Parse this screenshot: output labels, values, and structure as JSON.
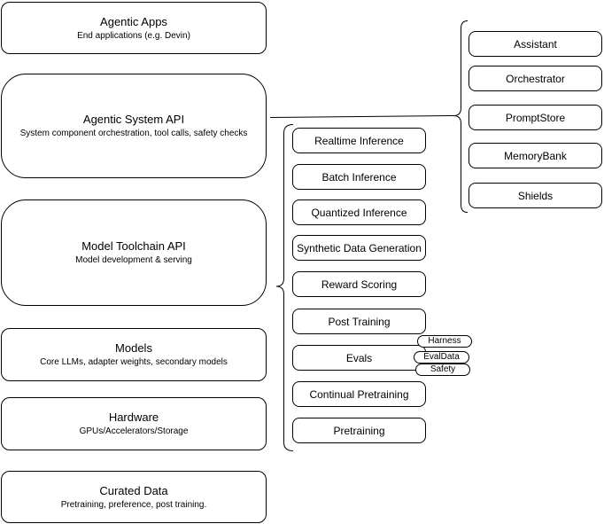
{
  "colors": {
    "background": "#ffffff",
    "stroke": "#000000",
    "fill": "#ffffff",
    "text": "#000000"
  },
  "left_column": [
    {
      "title": "Agentic Apps",
      "subtitle": "End applications (e.g. Devin)"
    },
    {
      "title": "Agentic System API",
      "subtitle": "System component orchestration, tool calls, safety checks"
    },
    {
      "title": "Model Toolchain API",
      "subtitle": "Model development & serving"
    },
    {
      "title": "Models",
      "subtitle": "Core LLMs, adapter weights, secondary models"
    },
    {
      "title": "Hardware",
      "subtitle": "GPUs/Accelerators/Storage"
    },
    {
      "title": "Curated Data",
      "subtitle": "Pretraining, preference, post training."
    }
  ],
  "middle_column": [
    "Realtime Inference",
    "Batch Inference",
    "Quantized Inference",
    "Synthetic Data Generation",
    "Reward Scoring",
    "Post Training",
    "Evals",
    "Continual Pretraining",
    "Pretraining"
  ],
  "right_column": [
    "Assistant",
    "Orchestrator",
    "PromptStore",
    "MemoryBank",
    "Shields"
  ],
  "eval_tags": [
    "Harness",
    "EvalData",
    "Safety"
  ]
}
